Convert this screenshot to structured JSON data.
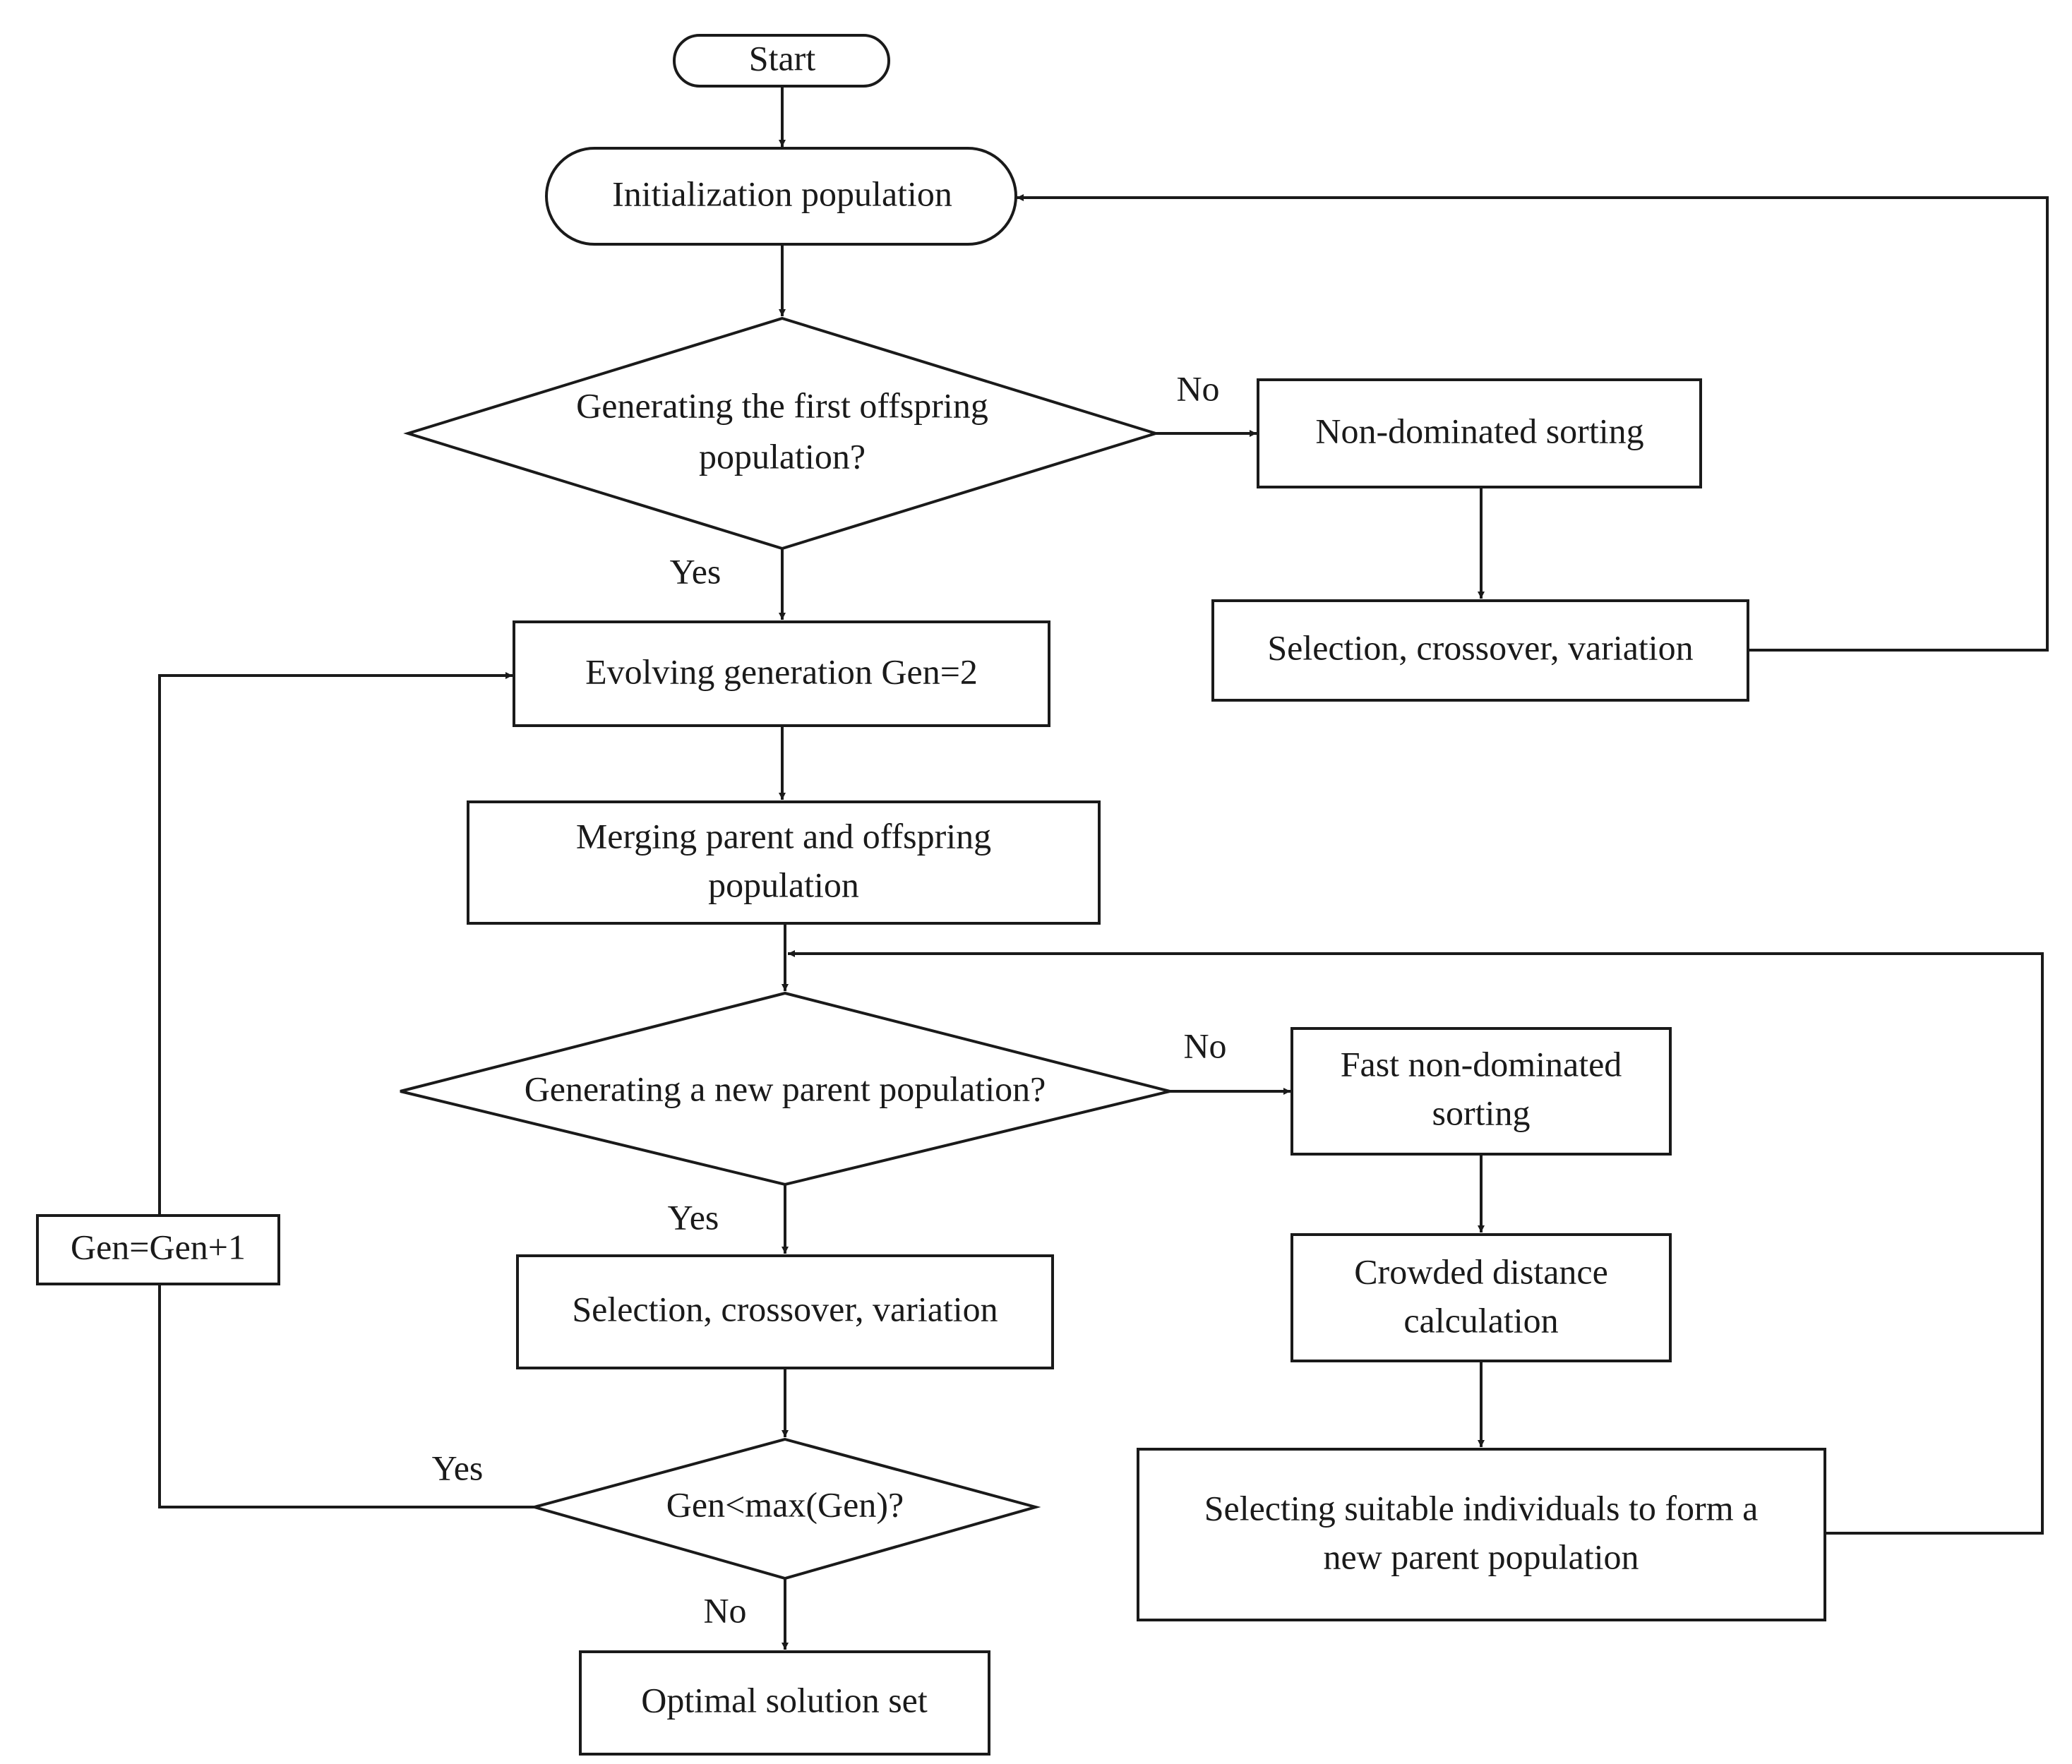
{
  "nodes": {
    "start": "Start",
    "init_population": "Initialization population",
    "first_offspring_q": [
      "Generating the first offspring",
      "population?"
    ],
    "non_dominated_sorting": "Non-dominated sorting",
    "selection_top": "Selection, crossover, variation",
    "evolving_generation": "Evolving generation Gen=2",
    "merging": [
      "Merging parent and offspring",
      "population"
    ],
    "new_parent_q": "Generating a new parent population?",
    "fast_sorting": [
      "Fast non-dominated",
      "sorting"
    ],
    "crowded_distance": [
      "Crowded distance",
      "calculation"
    ],
    "selecting_individuals": [
      "Selecting suitable individuals to form a",
      "new parent population"
    ],
    "gen_increment": "Gen=Gen+1",
    "selection_mid": "Selection, crossover, variation",
    "gen_check_q": "Gen<max(Gen)?",
    "optimal_set": "Optimal solution set"
  },
  "edge_labels": {
    "first_no": "No",
    "first_yes": "Yes",
    "parent_no": "No",
    "parent_yes": "Yes",
    "gen_yes": "Yes",
    "gen_no": "No"
  }
}
